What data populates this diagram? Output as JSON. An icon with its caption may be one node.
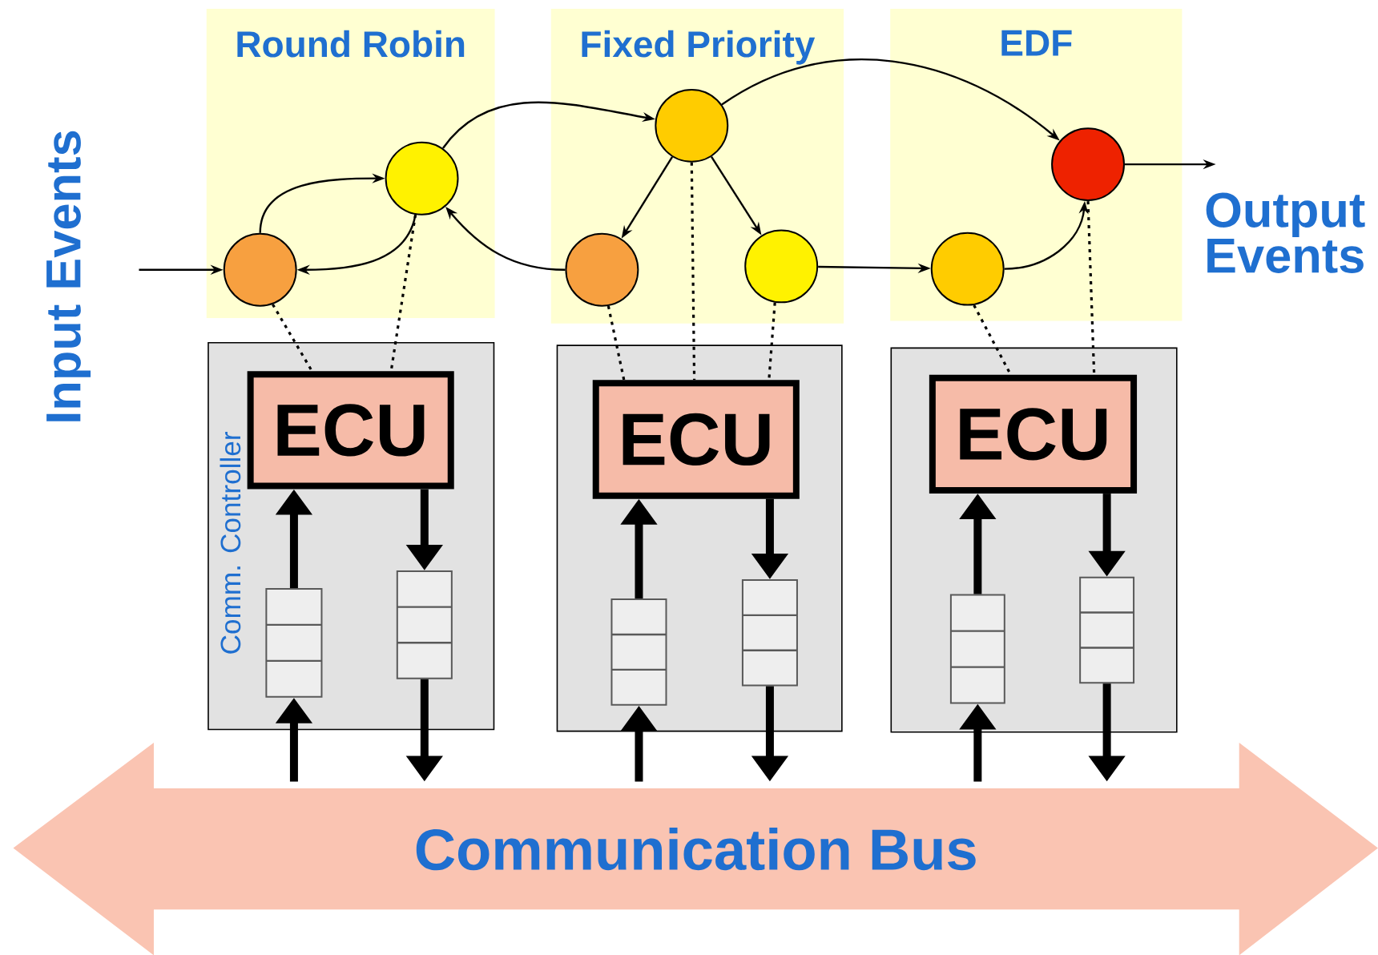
{
  "diagram": {
    "nodes": [
      {
        "text": [
          "Round Robin"
        ]
      },
      {
        "text": [
          "Fixed Priority"
        ]
      },
      {
        "text": [
          "EDF"
        ]
      },
      {
        "text": [
          "Comm. Controller"
        ]
      },
      {
        "text": [
          "ECU"
        ],
        "in": 3
      },
      {
        "text": [],
        "shape": "box"
      },
      {
        "text": [
          "ECU"
        ],
        "in": 5
      },
      {
        "text": [],
        "shape": "box"
      },
      {
        "text": [
          "ECU"
        ],
        "in": 7
      },
      {
        "text": [],
        "shape": "circle",
        "in": 0
      },
      {
        "text": [],
        "shape": "circle",
        "in": 0
      },
      {
        "text": [],
        "shape": "circle",
        "in": 1
      },
      {
        "text": [],
        "shape": "circle",
        "in": 1
      },
      {
        "text": [],
        "shape": "circle",
        "in": 1
      },
      {
        "text": [],
        "shape": "circle",
        "in": 2
      },
      {
        "text": [],
        "shape": "circle",
        "in": 2
      },
      {
        "text": [],
        "shape": "box",
        "in": 3
      },
      {
        "text": [],
        "shape": "box",
        "in": 3
      },
      {
        "text": [],
        "shape": "box",
        "in": 5
      },
      {
        "text": [],
        "shape": "box",
        "in": 5
      },
      {
        "text": [],
        "shape": "box",
        "in": 7
      },
      {
        "text": [],
        "shape": "box",
        "in": 7
      },
      {
        "text": [
          "Communication Bus"
        ]
      },
      {
        "text": [
          "Input Events"
        ]
      },
      {
        "text": [
          "Output Events"
        ]
      }
    ],
    "edges": [
      {
        "from": 23,
        "to": 9,
        "arrow": "to"
      },
      {
        "from": 9,
        "to": 10,
        "arrow": "to"
      },
      {
        "from": 10,
        "to": 9,
        "arrow": "to"
      },
      {
        "from": 10,
        "to": 11,
        "arrow": "to"
      },
      {
        "from": 11,
        "to": 12,
        "arrow": "to"
      },
      {
        "from": 11,
        "to": 13,
        "arrow": "to"
      },
      {
        "from": 12,
        "to": 10,
        "arrow": "to"
      },
      {
        "from": 11,
        "to": 15,
        "arrow": "to"
      },
      {
        "from": 13,
        "to": 14,
        "arrow": "to"
      },
      {
        "from": 14,
        "to": 15,
        "arrow": "to"
      },
      {
        "from": 15,
        "to": 24,
        "arrow": "to"
      },
      {
        "from": 9,
        "to": 4,
        "arrow": "none",
        "style": "dashed"
      },
      {
        "from": 10,
        "to": 4,
        "arrow": "none",
        "style": "dashed"
      },
      {
        "from": 12,
        "to": 6,
        "arrow": "none",
        "style": "dashed"
      },
      {
        "from": 11,
        "to": 6,
        "arrow": "none",
        "style": "dashed"
      },
      {
        "from": 13,
        "to": 6,
        "arrow": "none",
        "style": "dashed"
      },
      {
        "from": 14,
        "to": 8,
        "arrow": "none",
        "style": "dashed"
      },
      {
        "from": 15,
        "to": 8,
        "arrow": "none",
        "style": "dashed"
      },
      {
        "from": 16,
        "to": 4,
        "arrow": "to",
        "style": "thick"
      },
      {
        "from": 4,
        "to": 17,
        "arrow": "to",
        "style": "thick"
      },
      {
        "from": 22,
        "to": 16,
        "arrow": "to",
        "style": "thick"
      },
      {
        "from": 17,
        "to": 22,
        "arrow": "to",
        "style": "thick"
      },
      {
        "from": 18,
        "to": 6,
        "arrow": "to",
        "style": "thick"
      },
      {
        "from": 6,
        "to": 19,
        "arrow": "to",
        "style": "thick"
      },
      {
        "from": 22,
        "to": 18,
        "arrow": "to",
        "style": "thick"
      },
      {
        "from": 19,
        "to": 22,
        "arrow": "to",
        "style": "thick"
      },
      {
        "from": 20,
        "to": 8,
        "arrow": "to",
        "style": "thick"
      },
      {
        "from": 8,
        "to": 21,
        "arrow": "to",
        "style": "thick"
      },
      {
        "from": 22,
        "to": 20,
        "arrow": "to",
        "style": "thick"
      },
      {
        "from": 21,
        "to": 22,
        "arrow": "to",
        "style": "thick"
      }
    ]
  }
}
